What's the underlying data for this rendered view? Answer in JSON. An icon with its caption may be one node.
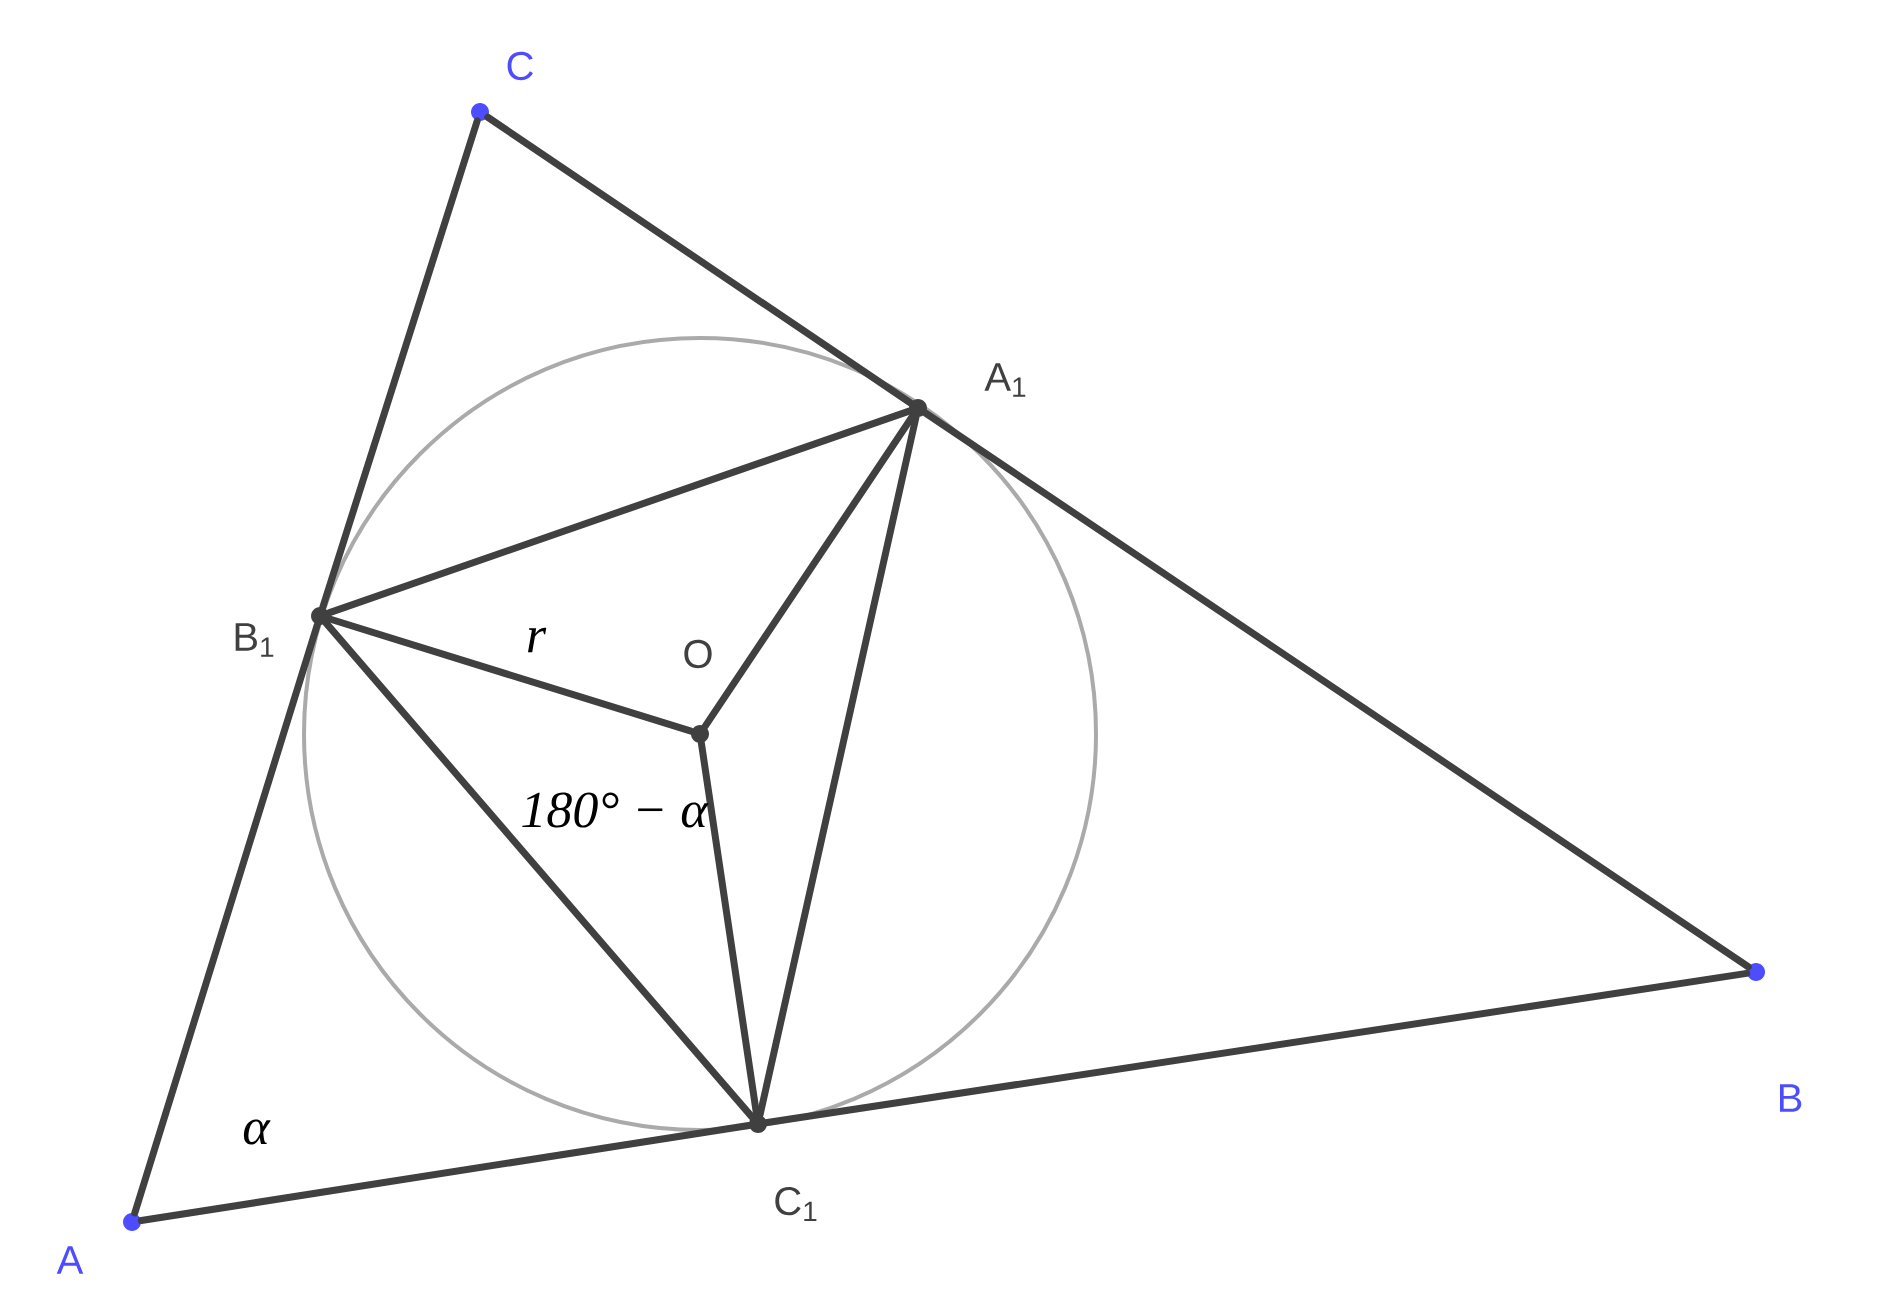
{
  "diagram": {
    "nodes": [
      {
        "text": [
          "A"
        ]
      },
      {
        "text": [
          "B"
        ]
      },
      {
        "text": [
          "C"
        ]
      },
      {
        "text": [
          "A$_{1}$"
        ]
      },
      {
        "text": [
          "B$_{1}$"
        ]
      },
      {
        "text": [
          "C$_{1}$"
        ]
      },
      {
        "text": [
          "O"
        ]
      }
    ],
    "edges": [
      {
        "from": 0,
        "to": 4,
        "arrow": "none"
      },
      {
        "from": 4,
        "to": 2,
        "arrow": "none"
      },
      {
        "from": 2,
        "to": 3,
        "arrow": "none"
      },
      {
        "from": 3,
        "to": 1,
        "arrow": "none"
      },
      {
        "from": 1,
        "to": 5,
        "arrow": "none"
      },
      {
        "from": 5,
        "to": 0,
        "arrow": "none"
      },
      {
        "from": 4,
        "to": 3,
        "arrow": "none"
      },
      {
        "from": 4,
        "to": 5,
        "arrow": "none"
      },
      {
        "from": 3,
        "to": 5,
        "arrow": "none"
      },
      {
        "from": 4,
        "to": 6,
        "arrow": "none"
      },
      {
        "from": 6,
        "to": 3,
        "arrow": "none"
      },
      {
        "from": 6,
        "to": 5,
        "arrow": "none"
      }
    ],
    "labels": [
      "r",
      "180° − *α*",
      "α"
    ]
  }
}
